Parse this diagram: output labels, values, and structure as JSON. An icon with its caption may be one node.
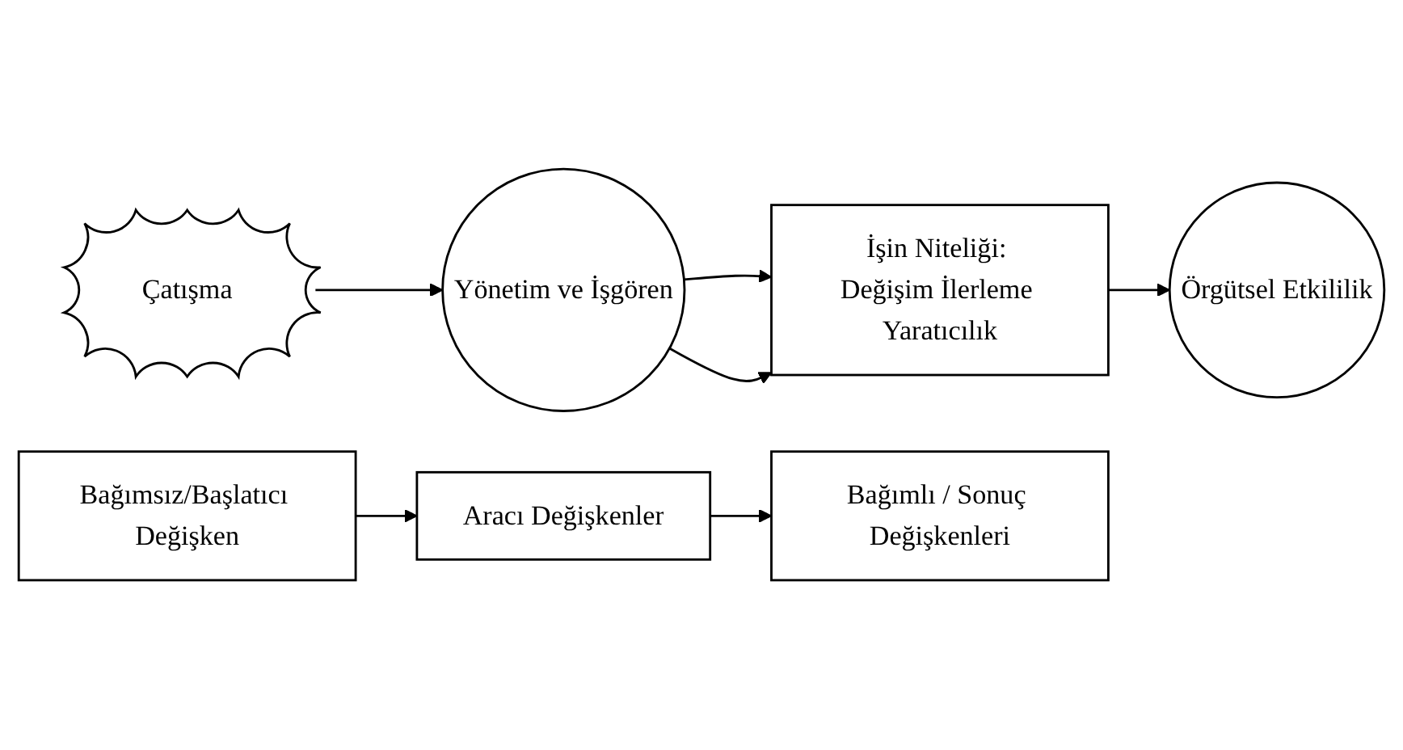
{
  "diagram": {
    "nodes": [
      {
        "text": [
          "Çatışma"
        ]
      },
      {
        "text": [
          "Yönetim ve İşgören"
        ]
      },
      {
        "text": [
          "İşin Niteliği: Değişim İlerleme Yaratıcılık"
        ]
      },
      {
        "text": [
          "Örgütsel Etkililik"
        ]
      },
      {
        "text": [
          "Bağımsız/Başlatıcı Değişken"
        ]
      },
      {
        "text": [
          "Aracı Değişkenler"
        ]
      },
      {
        "text": [
          "Bağımlı / Sonuç Değişkenleri"
        ]
      }
    ],
    "edges": [
      {
        "from": 0,
        "to": 1,
        "arrow": "to"
      },
      {
        "from": 1,
        "to": 2,
        "arrow": "to"
      },
      {
        "from": 1,
        "to": 2,
        "arrow": "to"
      },
      {
        "from": 2,
        "to": 3,
        "arrow": "to"
      },
      {
        "from": 4,
        "to": 5,
        "arrow": "to"
      },
      {
        "from": 5,
        "to": 6,
        "arrow": "to"
      }
    ]
  }
}
